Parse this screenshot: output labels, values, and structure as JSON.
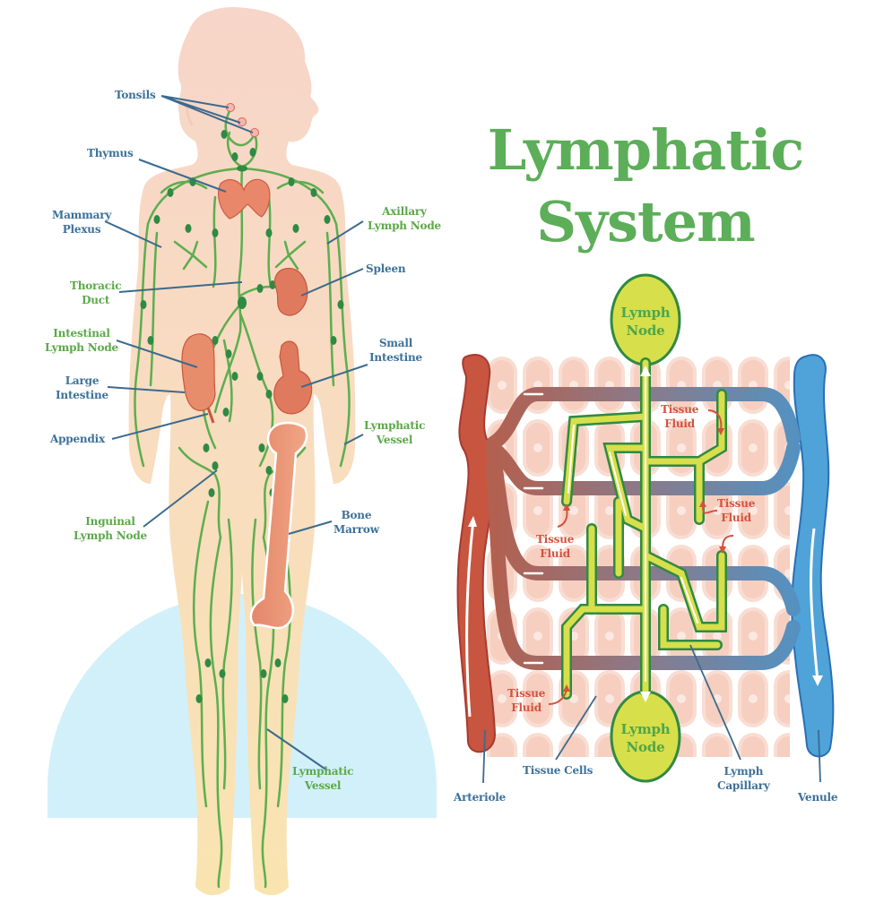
{
  "title": {
    "line1": "Lymphatic",
    "line2": "System"
  },
  "colors": {
    "body_skin": "#f7d8c6",
    "body_legs": "#f8e2b4",
    "lymph_vessel": "#5cae4f",
    "lymph_node_dark": "#2f8a43",
    "organ": "#e0825f",
    "organ_outline": "#c9563d",
    "backdrop_circle": "#d2f0fa",
    "label_blue": "#3d7199",
    "label_green": "#5ca948",
    "label_red": "#d2533d",
    "leader_line": "#3c6a8e",
    "arteriole": "#c8553f",
    "venule": "#4fa3d8",
    "capillary_node_fill": "#d7df4a",
    "tissue_cell": "#f7d6cb"
  },
  "body_labels": {
    "tonsils": "Tonsils",
    "thymus": "Thymus",
    "mammary_plexus": [
      "Mammary",
      "Plexus"
    ],
    "thoracic_duct": [
      "Thoracic",
      "Duct"
    ],
    "intestinal_lymph_node": [
      "Intestinal",
      "Lymph Node"
    ],
    "large_intestine": [
      "Large",
      "Intestine"
    ],
    "appendix": "Appendix",
    "inguinal_lymph_node": [
      "Inguinal",
      "Lymph Node"
    ],
    "axillary_lymph_node": [
      "Axillary",
      "Lymph Node"
    ],
    "spleen": "Spleen",
    "small_intestine": [
      "Small",
      "Intestine"
    ],
    "lymphatic_vessel_upper": [
      "Lymphatic",
      "Vessel"
    ],
    "bone_marrow": [
      "Bone",
      "Marrow"
    ],
    "lymphatic_vessel_lower": [
      "Lymphatic",
      "Vessel"
    ]
  },
  "capillary_labels": {
    "lymph_node_top": [
      "Lymph",
      "Node"
    ],
    "lymph_node_bottom": [
      "Lymph",
      "Node"
    ],
    "tissue_fluid_1": [
      "Tissue",
      "Fluid"
    ],
    "tissue_fluid_2": [
      "Tissue",
      "Fluid"
    ],
    "tissue_fluid_3": [
      "Tissue",
      "Fluid"
    ],
    "tissue_fluid_4": [
      "Tissue",
      "Fluid"
    ],
    "arteriole": "Arteriole",
    "tissue_cells": "Tissue Cells",
    "lymph_capillary": [
      "Lymph",
      "Capillary"
    ],
    "venule": "Venule"
  }
}
